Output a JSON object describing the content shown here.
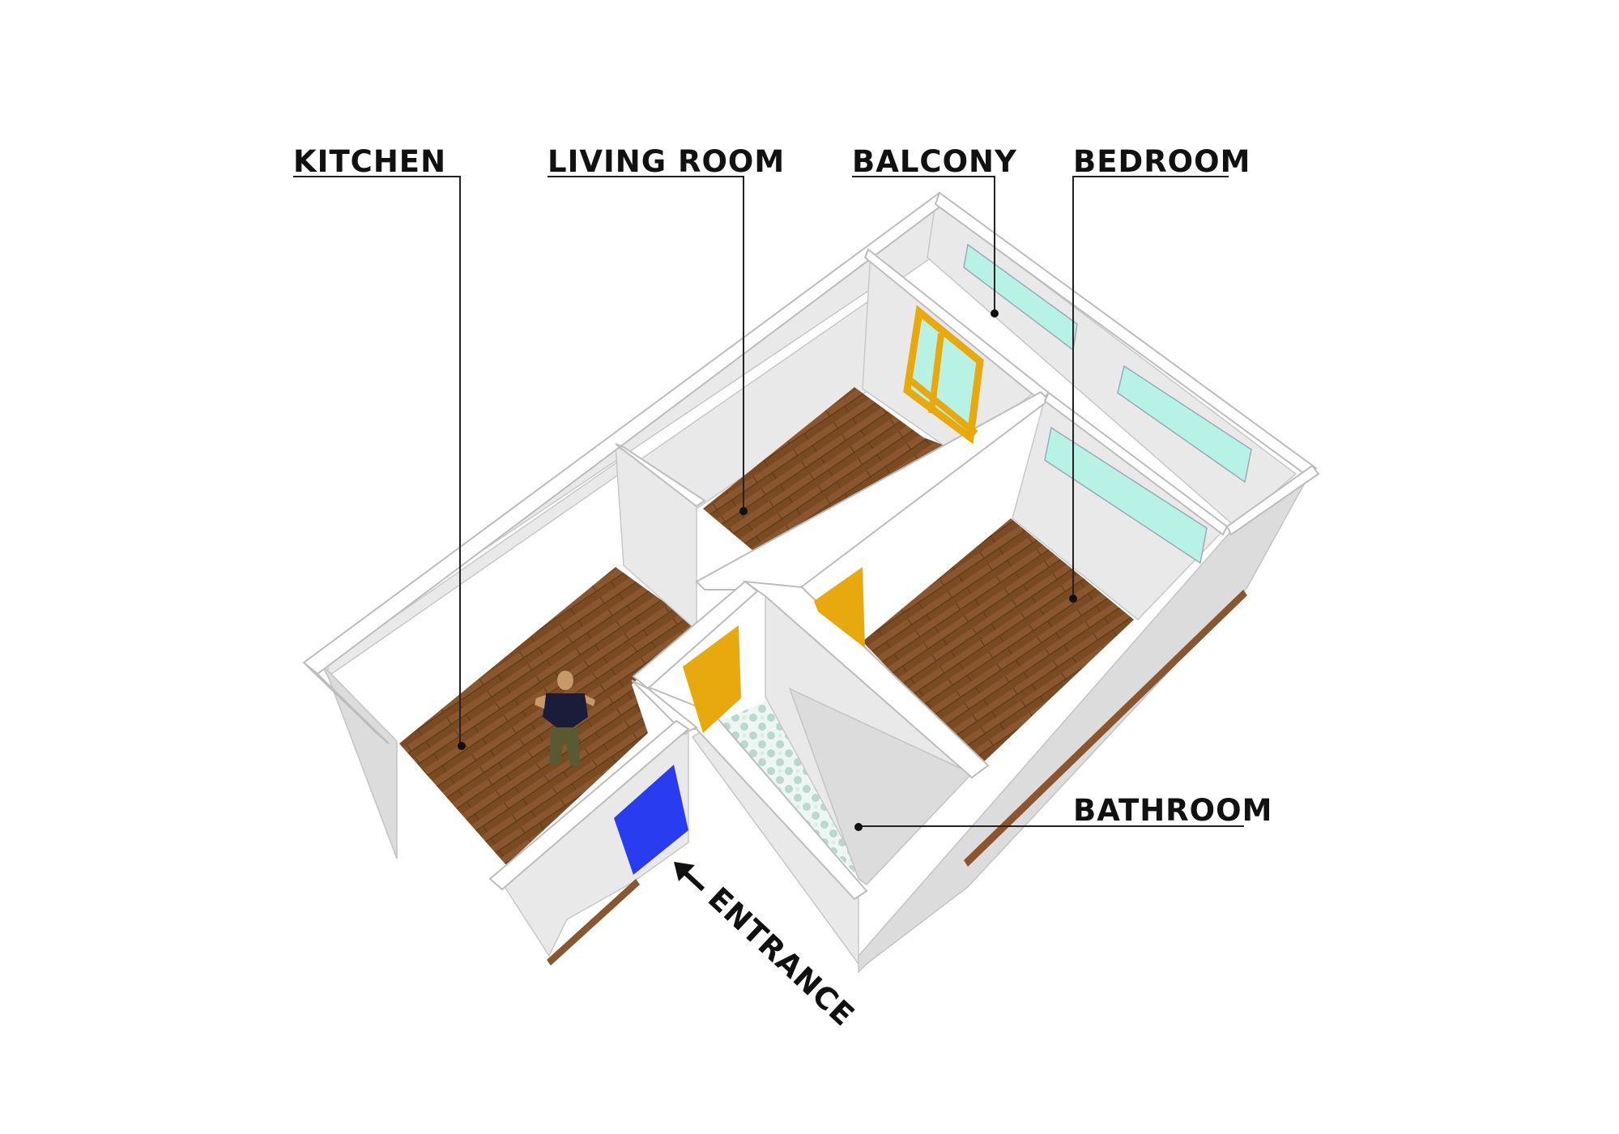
{
  "labels": {
    "kitchen": "KITCHEN",
    "living_room": "LIVING ROOM",
    "balcony": "BALCONY",
    "bedroom": "BEDROOM",
    "bathroom": "BATHROOM",
    "entrance": "ENTRANCE"
  },
  "colors": {
    "wood_floor": "#7a4a22",
    "wood_floor_light": "#8e5a2e",
    "inner_door": "#e8a90f",
    "entrance_door": "#2a3cf0",
    "window_glass": "#b8f2e4",
    "bathroom_tile": "#cfe6df",
    "wall": "#ececec"
  },
  "icons": {
    "entrance_arrow": "arrow-up-left-icon",
    "person": "person-figure-icon"
  }
}
